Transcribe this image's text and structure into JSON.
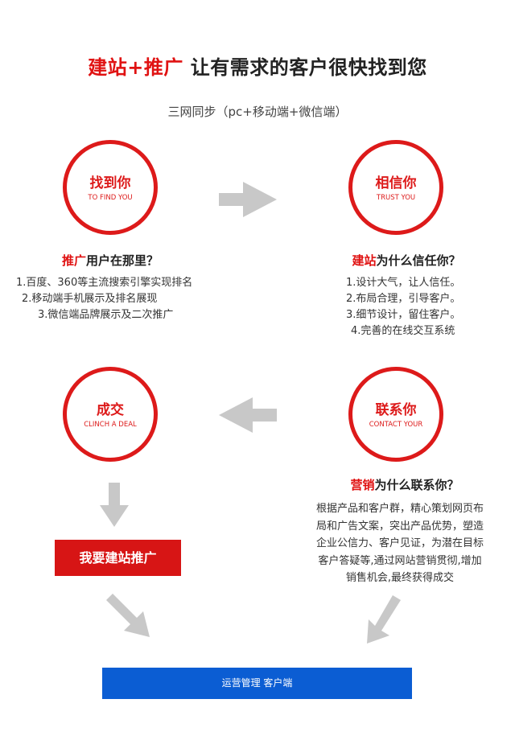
{
  "header": {
    "title_red": "建站+推广",
    "title_dark": "让有需求的客户很快找到您",
    "subtitle": "三网同步（pc+移动端+微信端）"
  },
  "steps": [
    {
      "cn": "找到你",
      "en": "TO FIND YOU",
      "heading_red": "推广",
      "heading": "用户在那里？",
      "lines": [
        "1.百度、360等主流搜索引擎实现排名",
        "2.移动端手机展示及排名展现",
        "3.微信端品牌展示及二次推广"
      ]
    },
    {
      "cn": "相信你",
      "en": "TRUST YOU",
      "heading_red": "建站",
      "heading": "为什么信任你？",
      "lines": [
        "1.设计大气，让人信任。",
        "2.布局合理，引导客户。",
        "3.细节设计，留住客户。",
        "4.完善的在线交互系统"
      ]
    },
    {
      "cn": "成交",
      "en": "CLINCH A DEAL"
    },
    {
      "cn": "联系你",
      "en": "CONTACT YOUR",
      "heading_red": "营销",
      "heading": "为什么联系你？",
      "lines": [
        "根据产品和客户群，精心策划网页布",
        "局和广告文案，突出产品优势，塑造",
        "企业公信力、客户见证，为潜在目标",
        "客户答疑等,通过网站营销贯彻,增加",
        "销售机会,最终获得成交"
      ]
    }
  ],
  "cta_button": "我要建站推广",
  "footer_bar": "运营管理 客户端",
  "colors": {
    "red": "#dd1a1a",
    "blue": "#0b5dd3",
    "arrow": "#c8c8c8"
  }
}
